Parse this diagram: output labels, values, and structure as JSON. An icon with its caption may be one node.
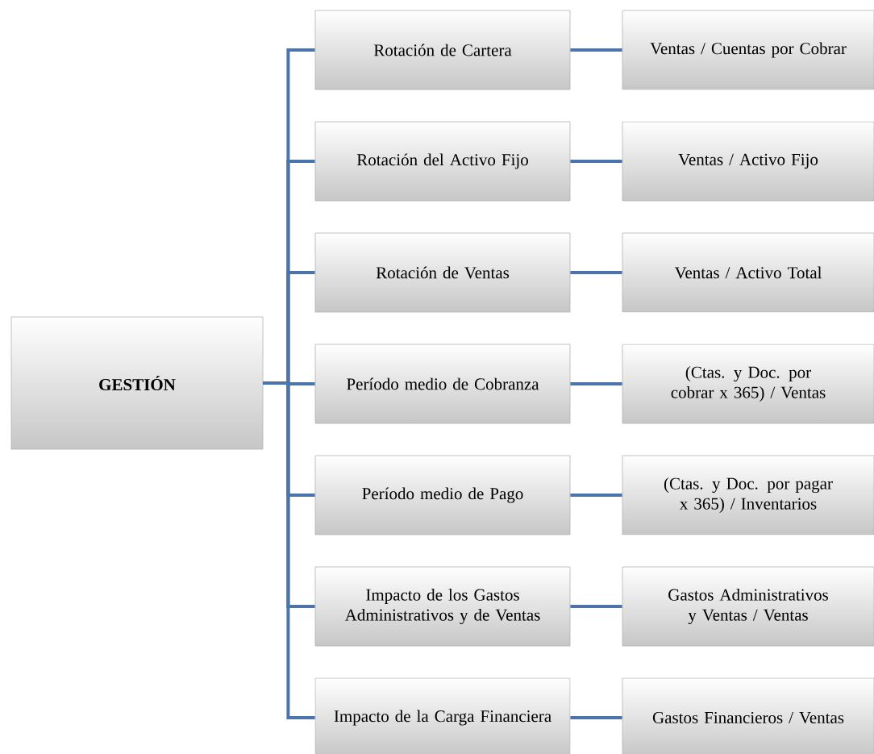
{
  "diagram": {
    "nodes": [
      {
        "text": [
          "GESTIÓN"
        ]
      },
      {
        "text": [
          "Rotación de Cartera"
        ]
      },
      {
        "text": [
          "Ventas / Cuentas por Cobrar"
        ]
      },
      {
        "text": [
          "Rotación del Activo Fijo"
        ]
      },
      {
        "text": [
          "Ventas / Activo Fijo"
        ]
      },
      {
        "text": [
          "Rotación de Ventas"
        ]
      },
      {
        "text": [
          "Ventas / Activo Total"
        ]
      },
      {
        "text": [
          "Período medio de Cobranza"
        ]
      },
      {
        "text": [
          "(Ctas. y Doc. por cobrar x 365) / Ventas"
        ]
      },
      {
        "text": [
          "Período medio de Pago"
        ]
      },
      {
        "text": [
          "(Ctas. y Doc. por pagar x 365) / Inventarios"
        ]
      },
      {
        "text": [
          "Impacto de los Gastos Administrativos y de Ventas"
        ]
      },
      {
        "text": [
          "Gastos Administrativos y Ventas / Ventas"
        ]
      },
      {
        "text": [
          "Impacto de la Carga Financiera"
        ]
      },
      {
        "text": [
          "Gastos Financieros / Ventas"
        ]
      }
    ],
    "edges": [
      {
        "from": 0,
        "to": 1,
        "arrow": "none"
      },
      {
        "from": 0,
        "to": 3,
        "arrow": "none"
      },
      {
        "from": 0,
        "to": 5,
        "arrow": "none"
      },
      {
        "from": 0,
        "to": 7,
        "arrow": "none"
      },
      {
        "from": 0,
        "to": 9,
        "arrow": "none"
      },
      {
        "from": 0,
        "to": 11,
        "arrow": "none"
      },
      {
        "from": 0,
        "to": 13,
        "arrow": "none"
      },
      {
        "from": 1,
        "to": 2,
        "arrow": "none"
      },
      {
        "from": 3,
        "to": 4,
        "arrow": "none"
      },
      {
        "from": 5,
        "to": 6,
        "arrow": "none"
      },
      {
        "from": 7,
        "to": 8,
        "arrow": "none"
      },
      {
        "from": 9,
        "to": 10,
        "arrow": "none"
      },
      {
        "from": 11,
        "to": 12,
        "arrow": "none"
      },
      {
        "from": 13,
        "to": 14,
        "arrow": "none"
      }
    ]
  }
}
